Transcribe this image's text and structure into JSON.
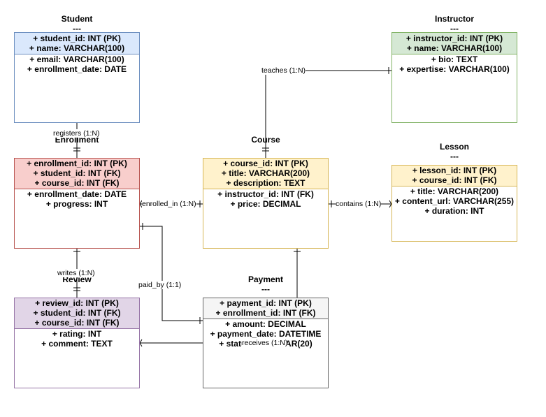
{
  "entities": {
    "student": {
      "title": "Student",
      "dashes": "---",
      "fields": [
        "+ student_id: INT (PK)",
        "+ name: VARCHAR(100)",
        "+ email: VARCHAR(100)",
        "+ enrollment_date: DATE"
      ],
      "fill": "#dae8fc",
      "border": "#6c8ebf"
    },
    "instructor": {
      "title": "Instructor",
      "dashes": "---",
      "fields": [
        "+ instructor_id: INT (PK)",
        "+ name: VARCHAR(100)",
        "+ bio: TEXT",
        "+ expertise: VARCHAR(100)"
      ],
      "fill": "#d5e8d4",
      "border": "#82b366"
    },
    "enrollment": {
      "title": "Enrollment",
      "fields": [
        "+ enrollment_id: INT (PK)",
        "+ student_id: INT (FK)",
        "+ course_id: INT (FK)",
        "+ enrollment_date: DATE",
        "+ progress: INT"
      ],
      "fill": "#f8cecc",
      "border": "#b85450"
    },
    "course": {
      "title": "Course",
      "fields": [
        "+ course_id: INT (PK)",
        "+ title: VARCHAR(200)",
        "+ description: TEXT",
        "+ instructor_id: INT (FK)",
        "+ price: DECIMAL"
      ],
      "fill": "#fff2cc",
      "border": "#d6b656"
    },
    "lesson": {
      "title": "Lesson",
      "dashes": "---",
      "fields": [
        "+ lesson_id: INT (PK)",
        "+ course_id: INT (FK)",
        "+ title: VARCHAR(200)",
        "+ content_url: VARCHAR(255)",
        "+ duration: INT"
      ],
      "fill": "#fff2cc",
      "border": "#d6b656"
    },
    "review": {
      "title": "Review",
      "fields": [
        "+ review_id: INT (PK)",
        "+ student_id: INT (FK)",
        "+ course_id: INT (FK)",
        "+ rating: INT",
        "+ comment: TEXT"
      ],
      "fill": "#e1d5e7",
      "border": "#9673a6"
    },
    "payment": {
      "title": "Payment",
      "dashes": "---",
      "fields": [
        "+ payment_id: INT (PK)",
        "+ enrollment_id: INT (FK)",
        "+ amount: DECIMAL",
        "+ payment_date: DATETIME",
        "+ status: VARCHAR(20)"
      ],
      "fill": "#f5f5f5",
      "border": "#666666"
    }
  },
  "relationships": {
    "teaches": "teaches (1:N)",
    "registers": "registers (1:N)",
    "enrolled_in": "enrolled_in (1:N)",
    "contains": "contains (1:N)",
    "writes": "writes (1:N)",
    "paid_by": "paid_by (1:1)",
    "receives": "receives (1:N)"
  }
}
